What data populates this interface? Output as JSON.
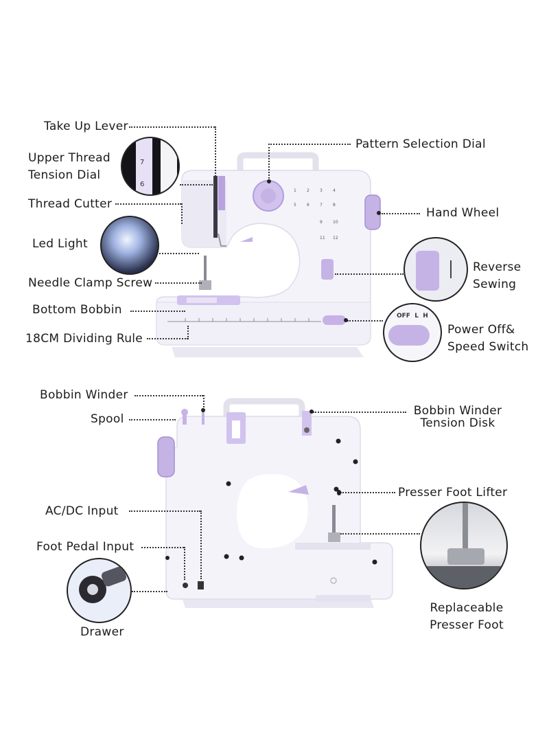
{
  "colors": {
    "machine_body": "#f3f2f9",
    "machine_shadow": "#dcdbe8",
    "accent_purple": "#c6b3e6",
    "accent_purple_dark": "#a48fd0",
    "leader_line": "#333333"
  },
  "front_view": {
    "labels": {
      "take_up_lever": "Take Up Lever",
      "upper_thread_tension_dial": [
        "Upper Thread",
        "Tension Dial"
      ],
      "thread_cutter": "Thread Cutter",
      "led_light": "Led Light",
      "needle_clamp_screw": "Needle Clamp Screw",
      "bottom_bobbin": "Bottom Bobbin",
      "dividing_rule": "18CM Dividing Rule",
      "pattern_selection_dial": "Pattern Selection Dial",
      "hand_wheel": "Hand Wheel",
      "reverse_sewing": [
        "Reverse",
        "Sewing"
      ],
      "power_speed_switch": [
        "Power Off&",
        "Speed Switch"
      ]
    },
    "switch_text": "OFF  L  H",
    "dial_numbers": [
      "7",
      "6"
    ]
  },
  "back_view": {
    "labels": {
      "bobbin_winder": "Bobbin Winder",
      "spool": "Spool",
      "ac_dc_input": "AC/DC Input",
      "foot_pedal_input": "Foot Pedal Input",
      "drawer": "Drawer",
      "bobbin_winder_tension_disk": [
        "Bobbin Winder",
        "Tension Disk"
      ],
      "presser_foot_lifter": "Presser Foot Lifter",
      "replaceable_presser_foot": [
        "Replaceable",
        "Presser Foot"
      ]
    }
  }
}
